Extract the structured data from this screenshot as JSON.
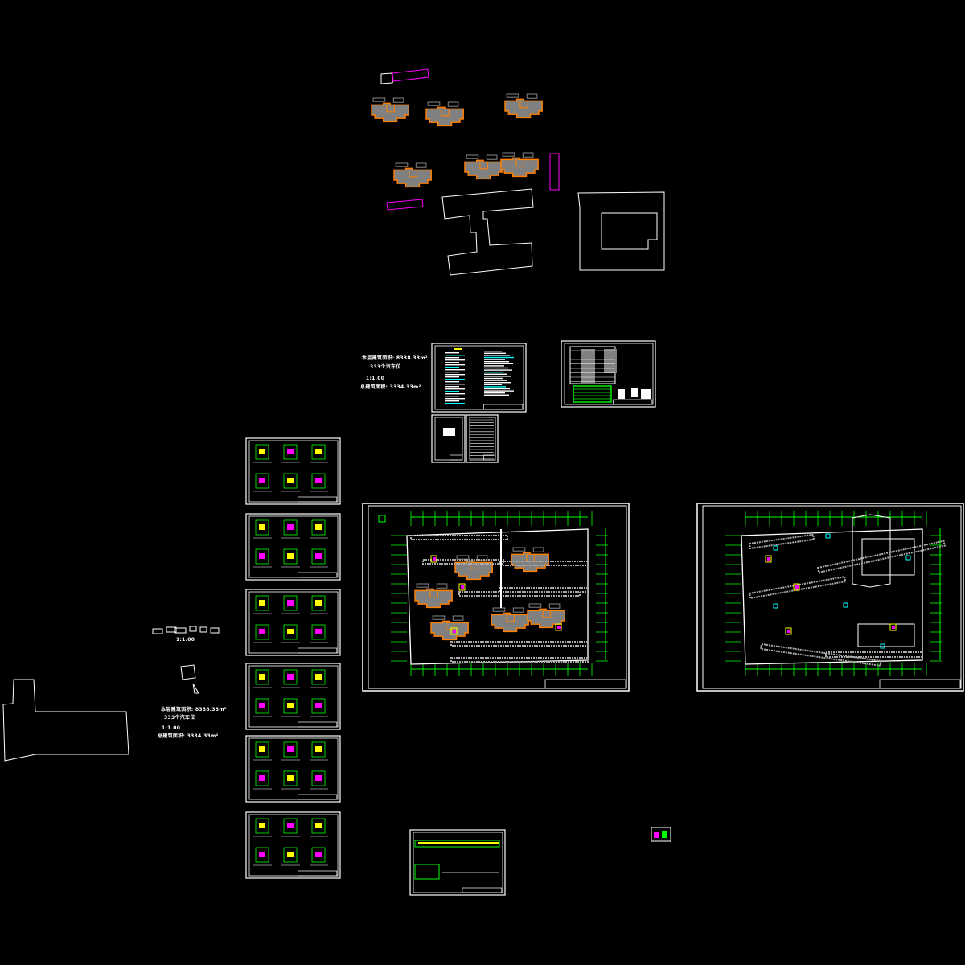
{
  "drawing": {
    "background": "#000000",
    "colors": {
      "line": "#ffffff",
      "building_fill": "#808080",
      "building_edge": "#ff8000",
      "grid": "#00ff00",
      "accent": "#ff00ff",
      "yellow": "#ffff00",
      "cyan": "#00ffff"
    }
  },
  "notes_upper": {
    "line1": "本层建筑面积: 8338.33m²",
    "line2": "333个汽车位",
    "line3": "1:1.00",
    "line4": "总建筑面积: 3334.33m²"
  },
  "notes_left": {
    "scale": "1:1.00",
    "line1": "本层建筑面积: 8338.33m²",
    "line2": "333个汽车位",
    "line3": "1:1.00",
    "line4": "总建筑面积: 3334.33m²"
  }
}
